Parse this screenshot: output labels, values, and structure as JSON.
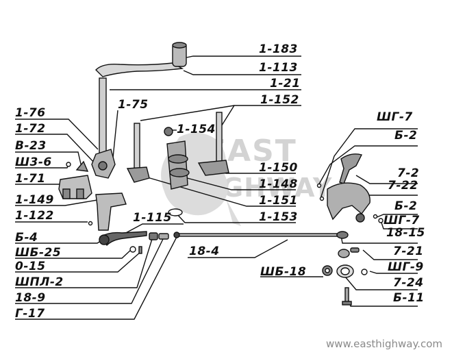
{
  "labels": {
    "l_1_183": "1-183",
    "l_1_113": "1-113",
    "l_1_21": "1-21",
    "l_1_152": "1-152",
    "l_1_76": "1-76",
    "l_1_75": "1-75",
    "l_1_72": "1-72",
    "l_1_154": "1-154",
    "l_b_23": "В-23",
    "l_sh3_6": "Ш3-6",
    "l_1_71": "1-71",
    "l_1_150": "1-150",
    "l_1_148": "1-148",
    "l_1_149": "1-149",
    "l_1_151": "1-151",
    "l_1_122": "1-122",
    "l_1_153": "1-153",
    "l_1_115": "1-115",
    "l_b_4": "Б-4",
    "l_shb_25": "ШБ-25",
    "l_0_15": "0-15",
    "l_shpl_2": "ШПЛ-2",
    "l_18_9": "18-9",
    "l_g_17": "Г-17",
    "l_18_4": "18-4",
    "l_shg_7a": "ШГ-7",
    "l_b_2a": "Б-2",
    "l_7_2": "7-2",
    "l_7_22": "7-22",
    "l_b_2b": "Б-2",
    "l_shg_7b": "ШГ-7",
    "l_18_15": "18-15",
    "l_7_21": "7-21",
    "l_shb_18": "ШБ-18",
    "l_shg_9": "ШГ-9",
    "l_7_24": "7-24",
    "l_b_11": "Б-11"
  },
  "watermark": {
    "line1": "east",
    "line2": "highway",
    "url": "www.easthighway.com"
  },
  "colors": {
    "ink": "#111111",
    "watermark": "#d3d3d3",
    "url": "#8a8a8a"
  }
}
